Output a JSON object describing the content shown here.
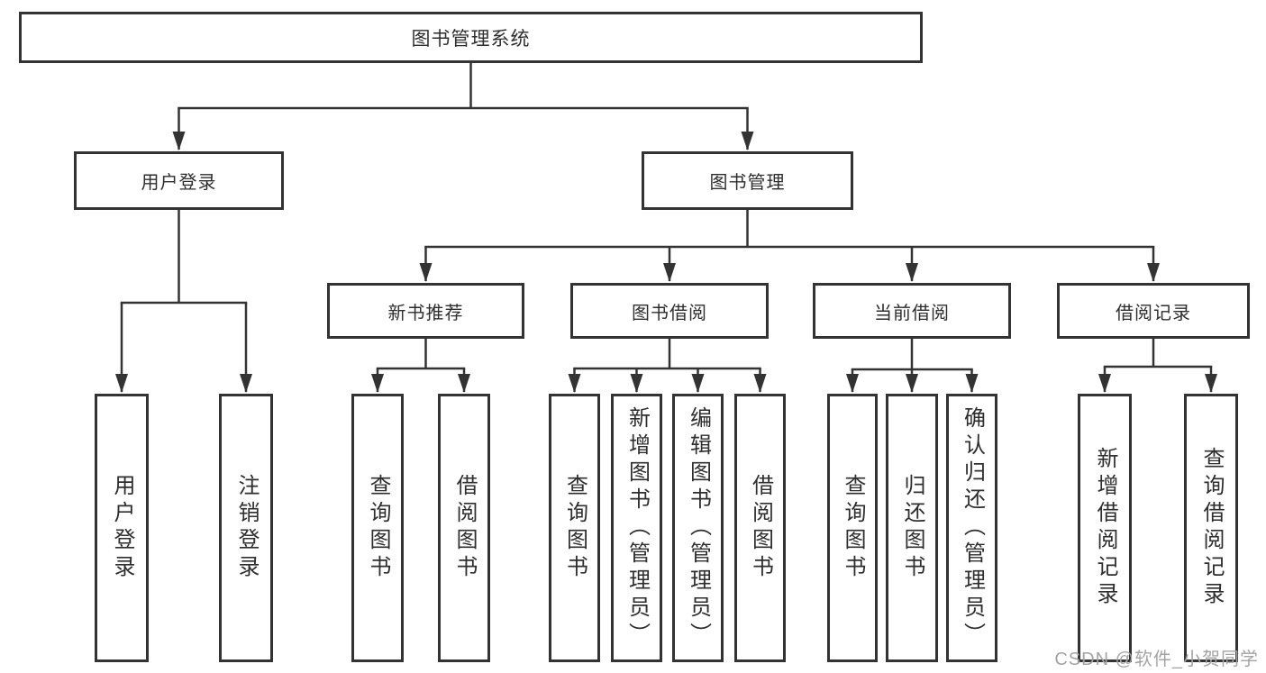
{
  "diagram": {
    "root": "图书管理系统",
    "branches": [
      {
        "label": "用户登录",
        "children": [
          "用户登录",
          "注销登录"
        ]
      },
      {
        "label": "图书管理",
        "children": [
          {
            "label": "新书推荐",
            "children": [
              "查询图书",
              "借阅图书"
            ]
          },
          {
            "label": "图书借阅",
            "children": [
              "查询图书",
              "新增图书（管理员）",
              "编辑图书（管理员）",
              "借阅图书"
            ]
          },
          {
            "label": "当前借阅",
            "children": [
              "查询图书",
              "归还图书",
              "确认归还（管理员）"
            ]
          },
          {
            "label": "借阅记录",
            "children": [
              "新增借阅记录",
              "查询借阅记录"
            ]
          }
        ]
      }
    ]
  },
  "watermark": {
    "text": "CSDN @软件_小贺同学"
  },
  "colors": {
    "line": "#333333",
    "box_border": "#333333",
    "text": "#2e2e2e",
    "background": "#ffffff",
    "watermark": "#a3a3a3"
  }
}
